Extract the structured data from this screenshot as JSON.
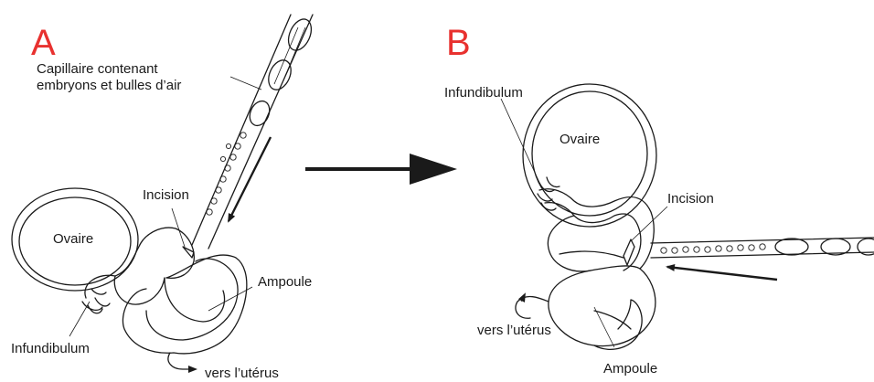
{
  "panels": {
    "a": "A",
    "b": "B"
  },
  "left": {
    "capillary": "Capillaire contenant\nembryons et bulles d’air",
    "incision": "Incision",
    "ovary": "Ovaire",
    "ampulla": "Ampoule",
    "infundibulum": "Infundibulum",
    "uterus": "vers l’utérus"
  },
  "right": {
    "infundibulum": "Infundibulum",
    "ovary": "Ovaire",
    "incision": "Incision",
    "uterus": "vers l’utérus",
    "ampulla": "Ampoule"
  },
  "colors": {
    "panel_letter": "#e8312f",
    "line": "#1a1a1a"
  }
}
